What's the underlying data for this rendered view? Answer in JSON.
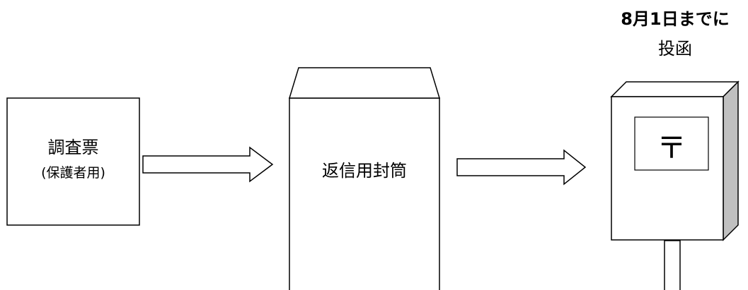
{
  "survey_form": {
    "title": "調査票",
    "subtitle": "(保護者用)"
  },
  "envelope": {
    "label": "返信用封筒"
  },
  "postbox": {
    "mark": "〒"
  },
  "deadline": {
    "line1": "8月1日までに",
    "line2": "投函"
  },
  "colors": {
    "stroke": "#000000",
    "fill": "#ffffff",
    "shade": "#c0c0c0"
  }
}
